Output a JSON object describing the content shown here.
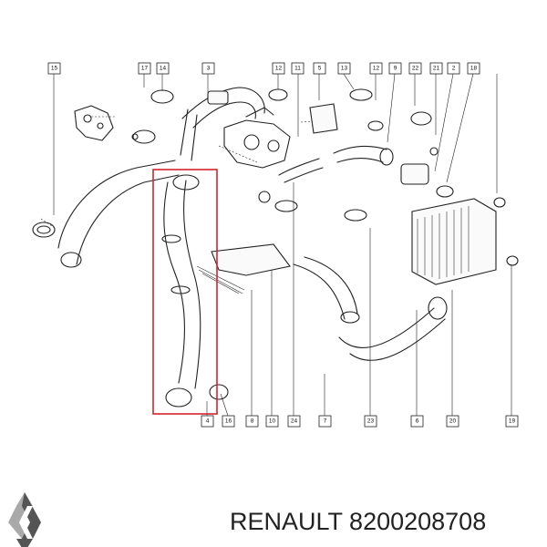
{
  "callouts": [
    {
      "label": "15"
    },
    {
      "label": "17"
    },
    {
      "label": "14"
    },
    {
      "label": "3"
    },
    {
      "label": "12"
    },
    {
      "label": "5"
    },
    {
      "label": "13"
    },
    {
      "label": "12"
    },
    {
      "label": "9"
    },
    {
      "label": "22"
    },
    {
      "label": "21"
    },
    {
      "label": "2"
    },
    {
      "label": "18"
    },
    {
      "label": "4"
    },
    {
      "label": "16"
    },
    {
      "label": "8"
    },
    {
      "label": "10"
    },
    {
      "label": "24"
    },
    {
      "label": "7"
    },
    {
      "label": "23"
    },
    {
      "label": "6"
    },
    {
      "label": "20"
    },
    {
      "label": "19"
    },
    {
      "label": "11"
    }
  ],
  "caption": {
    "brand": "RENAULT",
    "part_number": "8200208708"
  },
  "colors": {
    "highlight": "#d0252f",
    "line": "#222222",
    "logo_dark": "#555555",
    "logo_light": "#a9a9a9"
  }
}
